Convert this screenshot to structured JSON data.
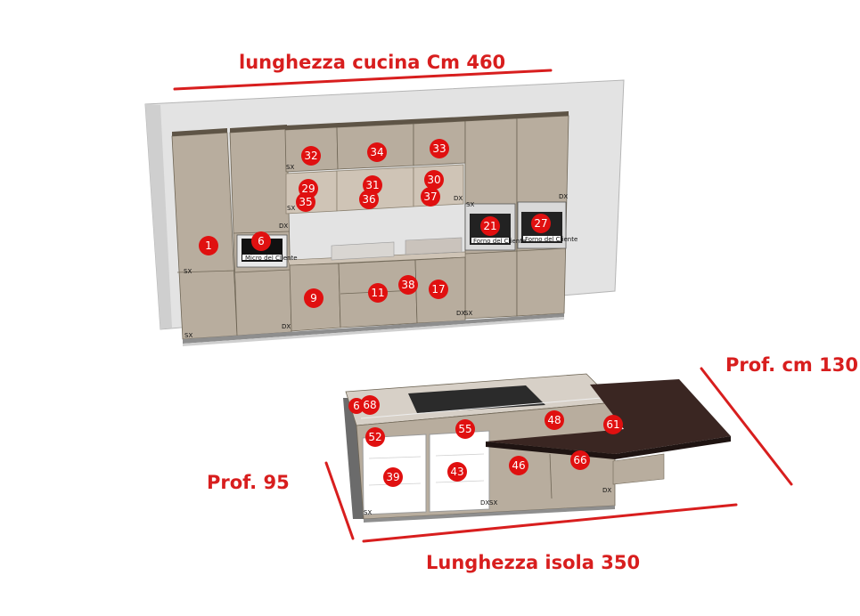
{
  "annotations": {
    "kitchen_length": "lunghezza cucina Cm 460",
    "island_length": "Lunghezza isola 350",
    "depth_95": "Prof. 95",
    "depth_130": "Prof. cm 130"
  },
  "appliance_labels": {
    "microwave": "Micro del Cliente",
    "oven_left": "Forno del Cliente",
    "oven_right": "Forno del Cliente"
  },
  "side_codes": {
    "sx": "SX",
    "dx": "DX"
  },
  "markers": {
    "kitchen": [
      "1",
      "6",
      "9",
      "11",
      "17",
      "21",
      "27",
      "29",
      "30",
      "31",
      "32",
      "33",
      "34",
      "35",
      "36",
      "37",
      "38"
    ],
    "island": [
      "39",
      "43",
      "46",
      "48",
      "52",
      "55",
      "61",
      "66",
      "68"
    ],
    "island_small": "6"
  },
  "colors": {
    "annotation": "#d81e1e",
    "marker": "#e01010",
    "cabinet": "#b8ad9e",
    "cabinet_dark": "#a39886",
    "wall": "#e3e3e3",
    "countertop_dark": "#3a2622"
  }
}
